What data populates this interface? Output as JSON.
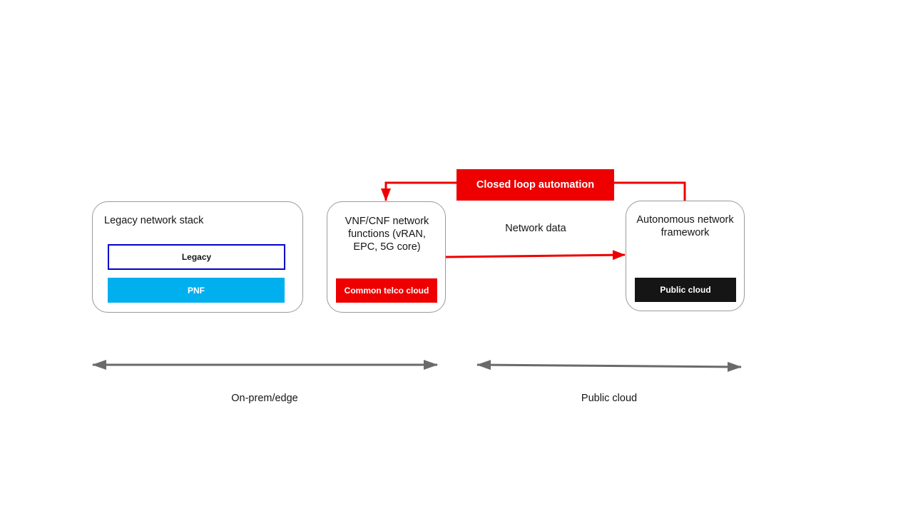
{
  "colors": {
    "red": "#ee0000",
    "blue": "#0000cc",
    "cyan": "#00b0ee",
    "black": "#151515",
    "gray_arrow": "#6a6a6a",
    "border": "#9a9a9a"
  },
  "legacy_stack": {
    "title": "Legacy network stack",
    "legacy_label": "Legacy",
    "pnf_label": "PNF"
  },
  "vnf": {
    "title": "VNF/CNF network functions (vRAN, EPC, 5G core)",
    "chip_label": "Common telco cloud"
  },
  "autonomous": {
    "title": "Autonomous network framework",
    "chip_label": "Public cloud"
  },
  "closed_loop": {
    "label": "Closed loop automation"
  },
  "network_data": {
    "label": "Network data"
  },
  "ranges": {
    "on_prem_label": "On-prem/edge",
    "public_cloud_label": "Public cloud"
  }
}
